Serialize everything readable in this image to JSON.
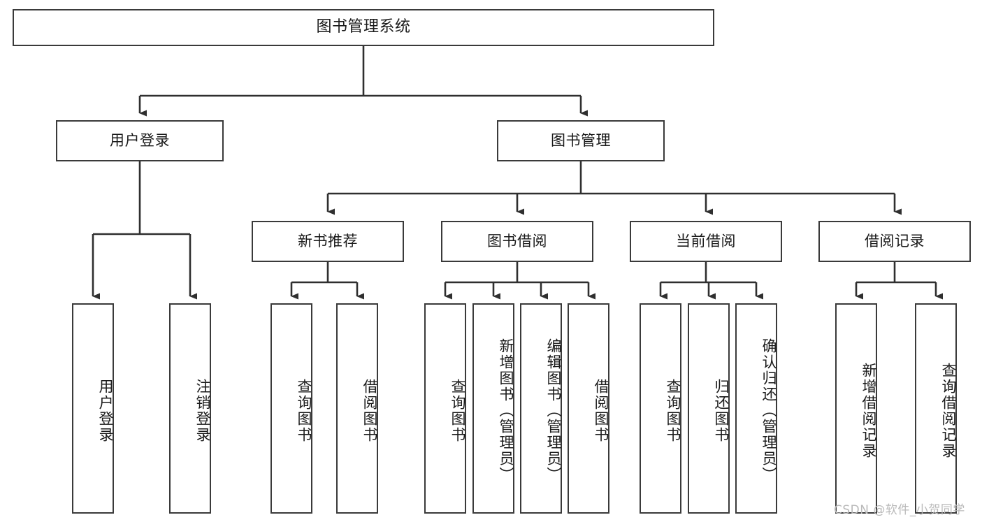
{
  "diagram": {
    "title": "图书管理系统",
    "type": "tree-hierarchy-chart",
    "orientation": "top-down",
    "colors": {
      "box_border": "#3a3a3a",
      "box_fill": "#ffffff",
      "edge": "#2f2f2f",
      "text": "#1a1a1a",
      "watermark": "#b9b9b9",
      "background": "#ffffff"
    }
  },
  "nodes": {
    "root": {
      "label": "图书管理系统"
    },
    "level2": [
      {
        "id": "user-login",
        "label": "用户登录"
      },
      {
        "id": "book-management",
        "label": "图书管理"
      }
    ],
    "level3": [
      {
        "id": "new-book-recommend",
        "label": "新书推荐"
      },
      {
        "id": "book-borrow",
        "label": "图书借阅"
      },
      {
        "id": "current-borrow",
        "label": "当前借阅"
      },
      {
        "id": "borrow-record",
        "label": "借阅记录"
      }
    ],
    "leaves": {
      "user-login": [
        {
          "id": "leaf-user-login",
          "label": "用户登录"
        },
        {
          "id": "leaf-logout-login",
          "label": "注销登录"
        }
      ],
      "new-book-recommend": [
        {
          "id": "leaf-query-book-1",
          "label": "查询图书"
        },
        {
          "id": "leaf-borrow-book-1",
          "label": "借阅图书"
        }
      ],
      "book-borrow": [
        {
          "id": "leaf-query-book-2",
          "label": "查询图书"
        },
        {
          "id": "leaf-add-book",
          "label": "新增图书（管理员）"
        },
        {
          "id": "leaf-edit-book",
          "label": "编辑图书（管理员）"
        },
        {
          "id": "leaf-borrow-book-2",
          "label": "借阅图书"
        }
      ],
      "current-borrow": [
        {
          "id": "leaf-query-book-3",
          "label": "查询图书"
        },
        {
          "id": "leaf-return-book",
          "label": "归还图书"
        },
        {
          "id": "leaf-confirm-return",
          "label": "确认归还（管理员）"
        }
      ],
      "borrow-record": [
        {
          "id": "leaf-add-record",
          "label": "新增借阅记录"
        },
        {
          "id": "leaf-query-record",
          "label": "查询借阅记录"
        }
      ]
    }
  },
  "watermark": {
    "text": "CSDN @软件_小贺同学"
  }
}
